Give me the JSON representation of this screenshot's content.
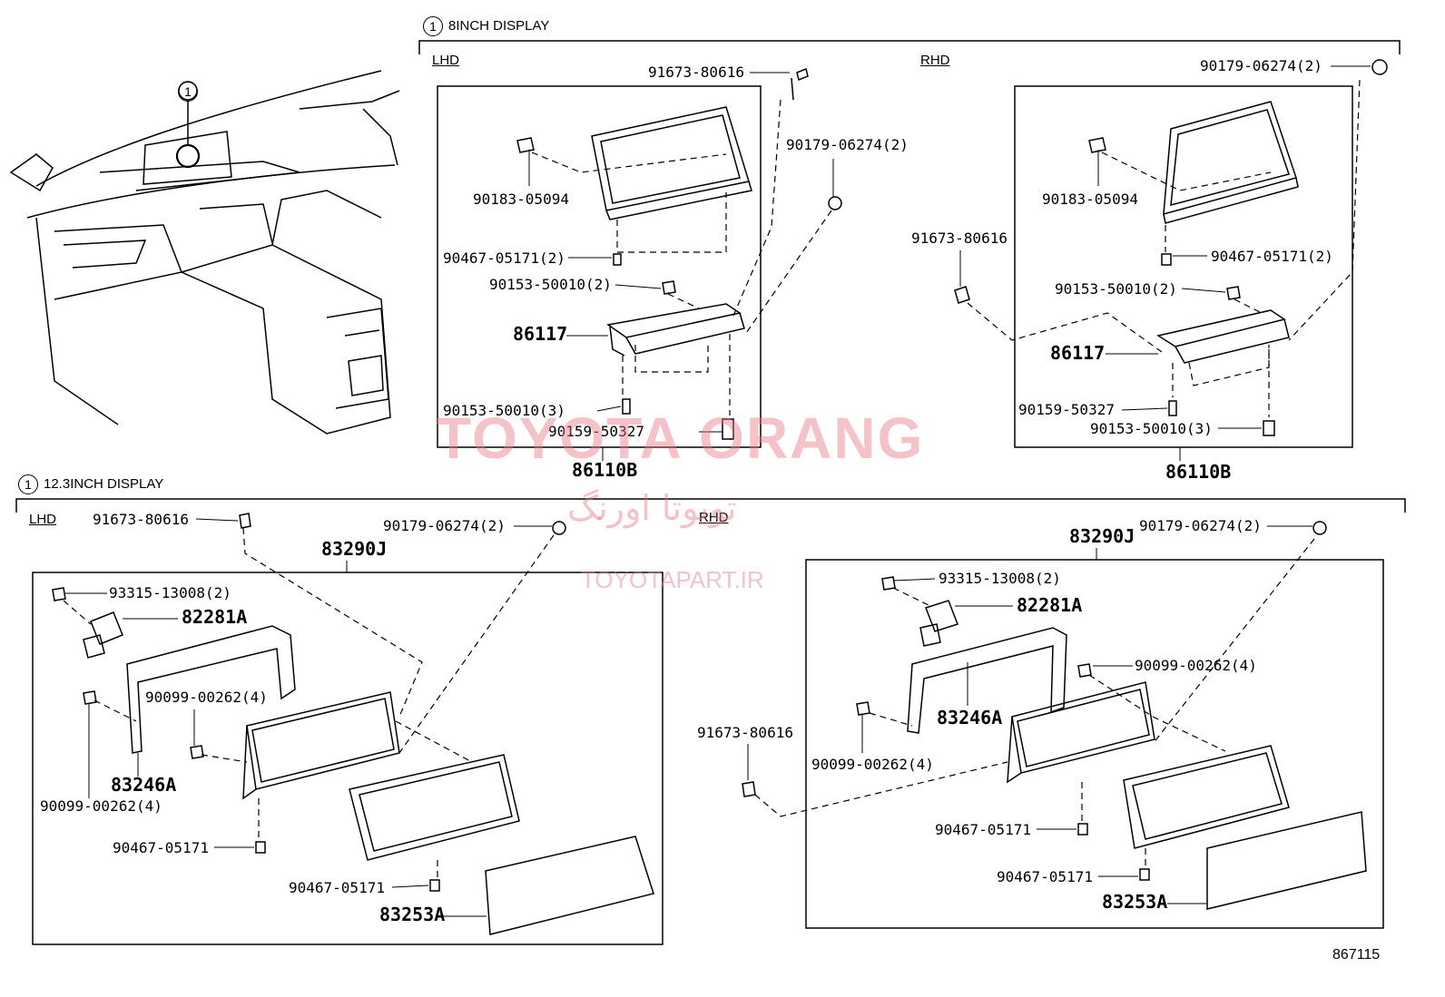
{
  "callout_number": "1",
  "top_section": {
    "title": "8INCH DISPLAY",
    "lhd": {
      "tag": "LHD",
      "labels": {
        "screw_91673": "91673-80616",
        "clip_90183": "90183-05094",
        "nut_90179": "90179-06274(2)",
        "clip_90467": "90467-05171(2)",
        "bolt_90153_a": "90153-50010(2)",
        "bracket": "86117",
        "bolt_90153_b": "90153-50010(3)",
        "bolt_90159": "90159-50327",
        "assembly": "86110B"
      }
    },
    "rhd": {
      "tag": "RHD",
      "labels": {
        "nut_90179": "90179-06274(2)",
        "clip_90183": "90183-05094",
        "screw_91673": "91673-80616",
        "clip_90467": "90467-05171(2)",
        "bolt_90153_a": "90153-50010(2)",
        "bracket": "86117",
        "bolt_90159": "90159-50327",
        "bolt_90153_b": "90153-50010(3)",
        "assembly": "86110B"
      }
    }
  },
  "bottom_section": {
    "title": "12.3INCH DISPLAY",
    "lhd": {
      "tag": "LHD",
      "labels": {
        "screw_91673": "91673-80616",
        "nut_90179": "90179-06274(2)",
        "assembly": "83290J",
        "screw_93315": "93315-13008(2)",
        "bracket_82281": "82281A",
        "screw_90099_a": "90099-00262(4)",
        "frame_83246": "83246A",
        "screw_90099_b": "90099-00262(4)",
        "clip_90467_a": "90467-05171",
        "clip_90467_b": "90467-05171",
        "glass_83253": "83253A"
      }
    },
    "rhd": {
      "tag": "RHD",
      "labels": {
        "nut_90179": "90179-06274(2)",
        "assembly": "83290J",
        "screw_93315": "93315-13008(2)",
        "bracket_82281": "82281A",
        "screw_90099_a": "90099-00262(4)",
        "frame_83246": "83246A",
        "screw_91673": "91673-80616",
        "screw_90099_b": "90099-00262(4)",
        "clip_90467_a": "90467-05171",
        "clip_90467_b": "90467-05171",
        "glass_83253": "83253A"
      }
    }
  },
  "watermark": {
    "line1": "TOYOTA ORANG",
    "line2": "تویوتا اورنگ",
    "line3": "TOYOTAPART.IR"
  },
  "figure_number": "867115"
}
